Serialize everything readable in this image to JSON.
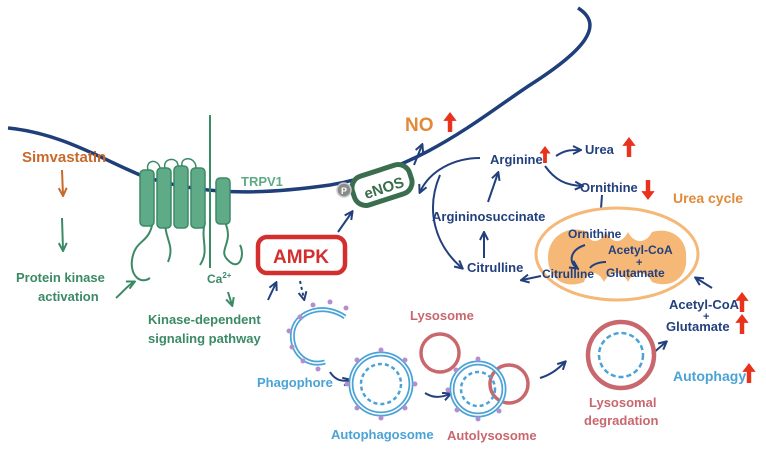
{
  "colors": {
    "membrane": "#1f3f7a",
    "navy": "#23407e",
    "green": "#3b8a66",
    "green_fill": "#5faa87",
    "orange": "#e08a3a",
    "simvastatin": "#c86a2c",
    "red": "#d32f2f",
    "red_arrow": "#e8321c",
    "blue": "#4aa3d6",
    "rose": "#c9676e",
    "purple": "#b48fcf",
    "mito_fill": "#f5b877"
  },
  "labels": {
    "simvastatin": "Simvastatin",
    "pk_line1": "Protein kinase",
    "pk_line2": "activation",
    "trpv1": "TRPV1",
    "ca": "Ca",
    "ca_sup": "2+",
    "kd_line1": "Kinase-dependent",
    "kd_line2": "signaling pathway",
    "ampk": "AMPK",
    "p": "P",
    "enos": "eNOS",
    "no": "NO",
    "arginine": "Arginine",
    "urea": "Urea",
    "ornithine": "Ornithine",
    "urea_cycle": "Urea cycle",
    "argininosuccinate": "Argininosuccinate",
    "citrulline": "Citrulline",
    "mito_ornithine": "Ornithine",
    "mito_citrulline": "Citrulline",
    "mito_acetyl": "Acetyl-CoA",
    "mito_plus": "+",
    "mito_glutamate": "Glutamate",
    "out_acetyl": "Acetyl-CoA",
    "out_plus": "+",
    "out_glutamate": "Glutamate",
    "lysosome": "Lysosome",
    "phagophore": "Phagophore",
    "autophagosome": "Autophagosome",
    "autolysosome": "Autolysosome",
    "lysosomal_line1": "Lysosomal",
    "lysosomal_line2": "degradation",
    "autophagy": "Autophagy"
  },
  "indicators": {
    "no": "up-arrow-icon",
    "arginine": "up-arrow-icon",
    "urea": "up-arrow-icon",
    "ornithine": "down-arrow-icon",
    "acetyl_coa": "up-arrow-icon",
    "glutamate": "up-arrow-icon",
    "autophagy": "up-arrow-icon"
  }
}
